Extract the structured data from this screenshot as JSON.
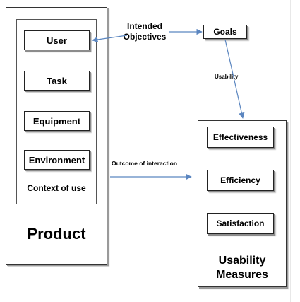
{
  "product": {
    "items": [
      "User",
      "Task",
      "Equipment",
      "Environment"
    ],
    "context_label": "Context of use",
    "title": "Product"
  },
  "intended_objectives": "Intended\nObjectives",
  "goals": "Goals",
  "usability": "Usability",
  "outcome": "Outcome of interaction",
  "measures": {
    "items": [
      "Effectiveness",
      "Efficiency",
      "Satisfaction"
    ],
    "title": "Usability\nMeasures"
  },
  "colors": {
    "arrow": "#5b86c0",
    "border": "#222222",
    "shadow": "#8c8c8c"
  }
}
